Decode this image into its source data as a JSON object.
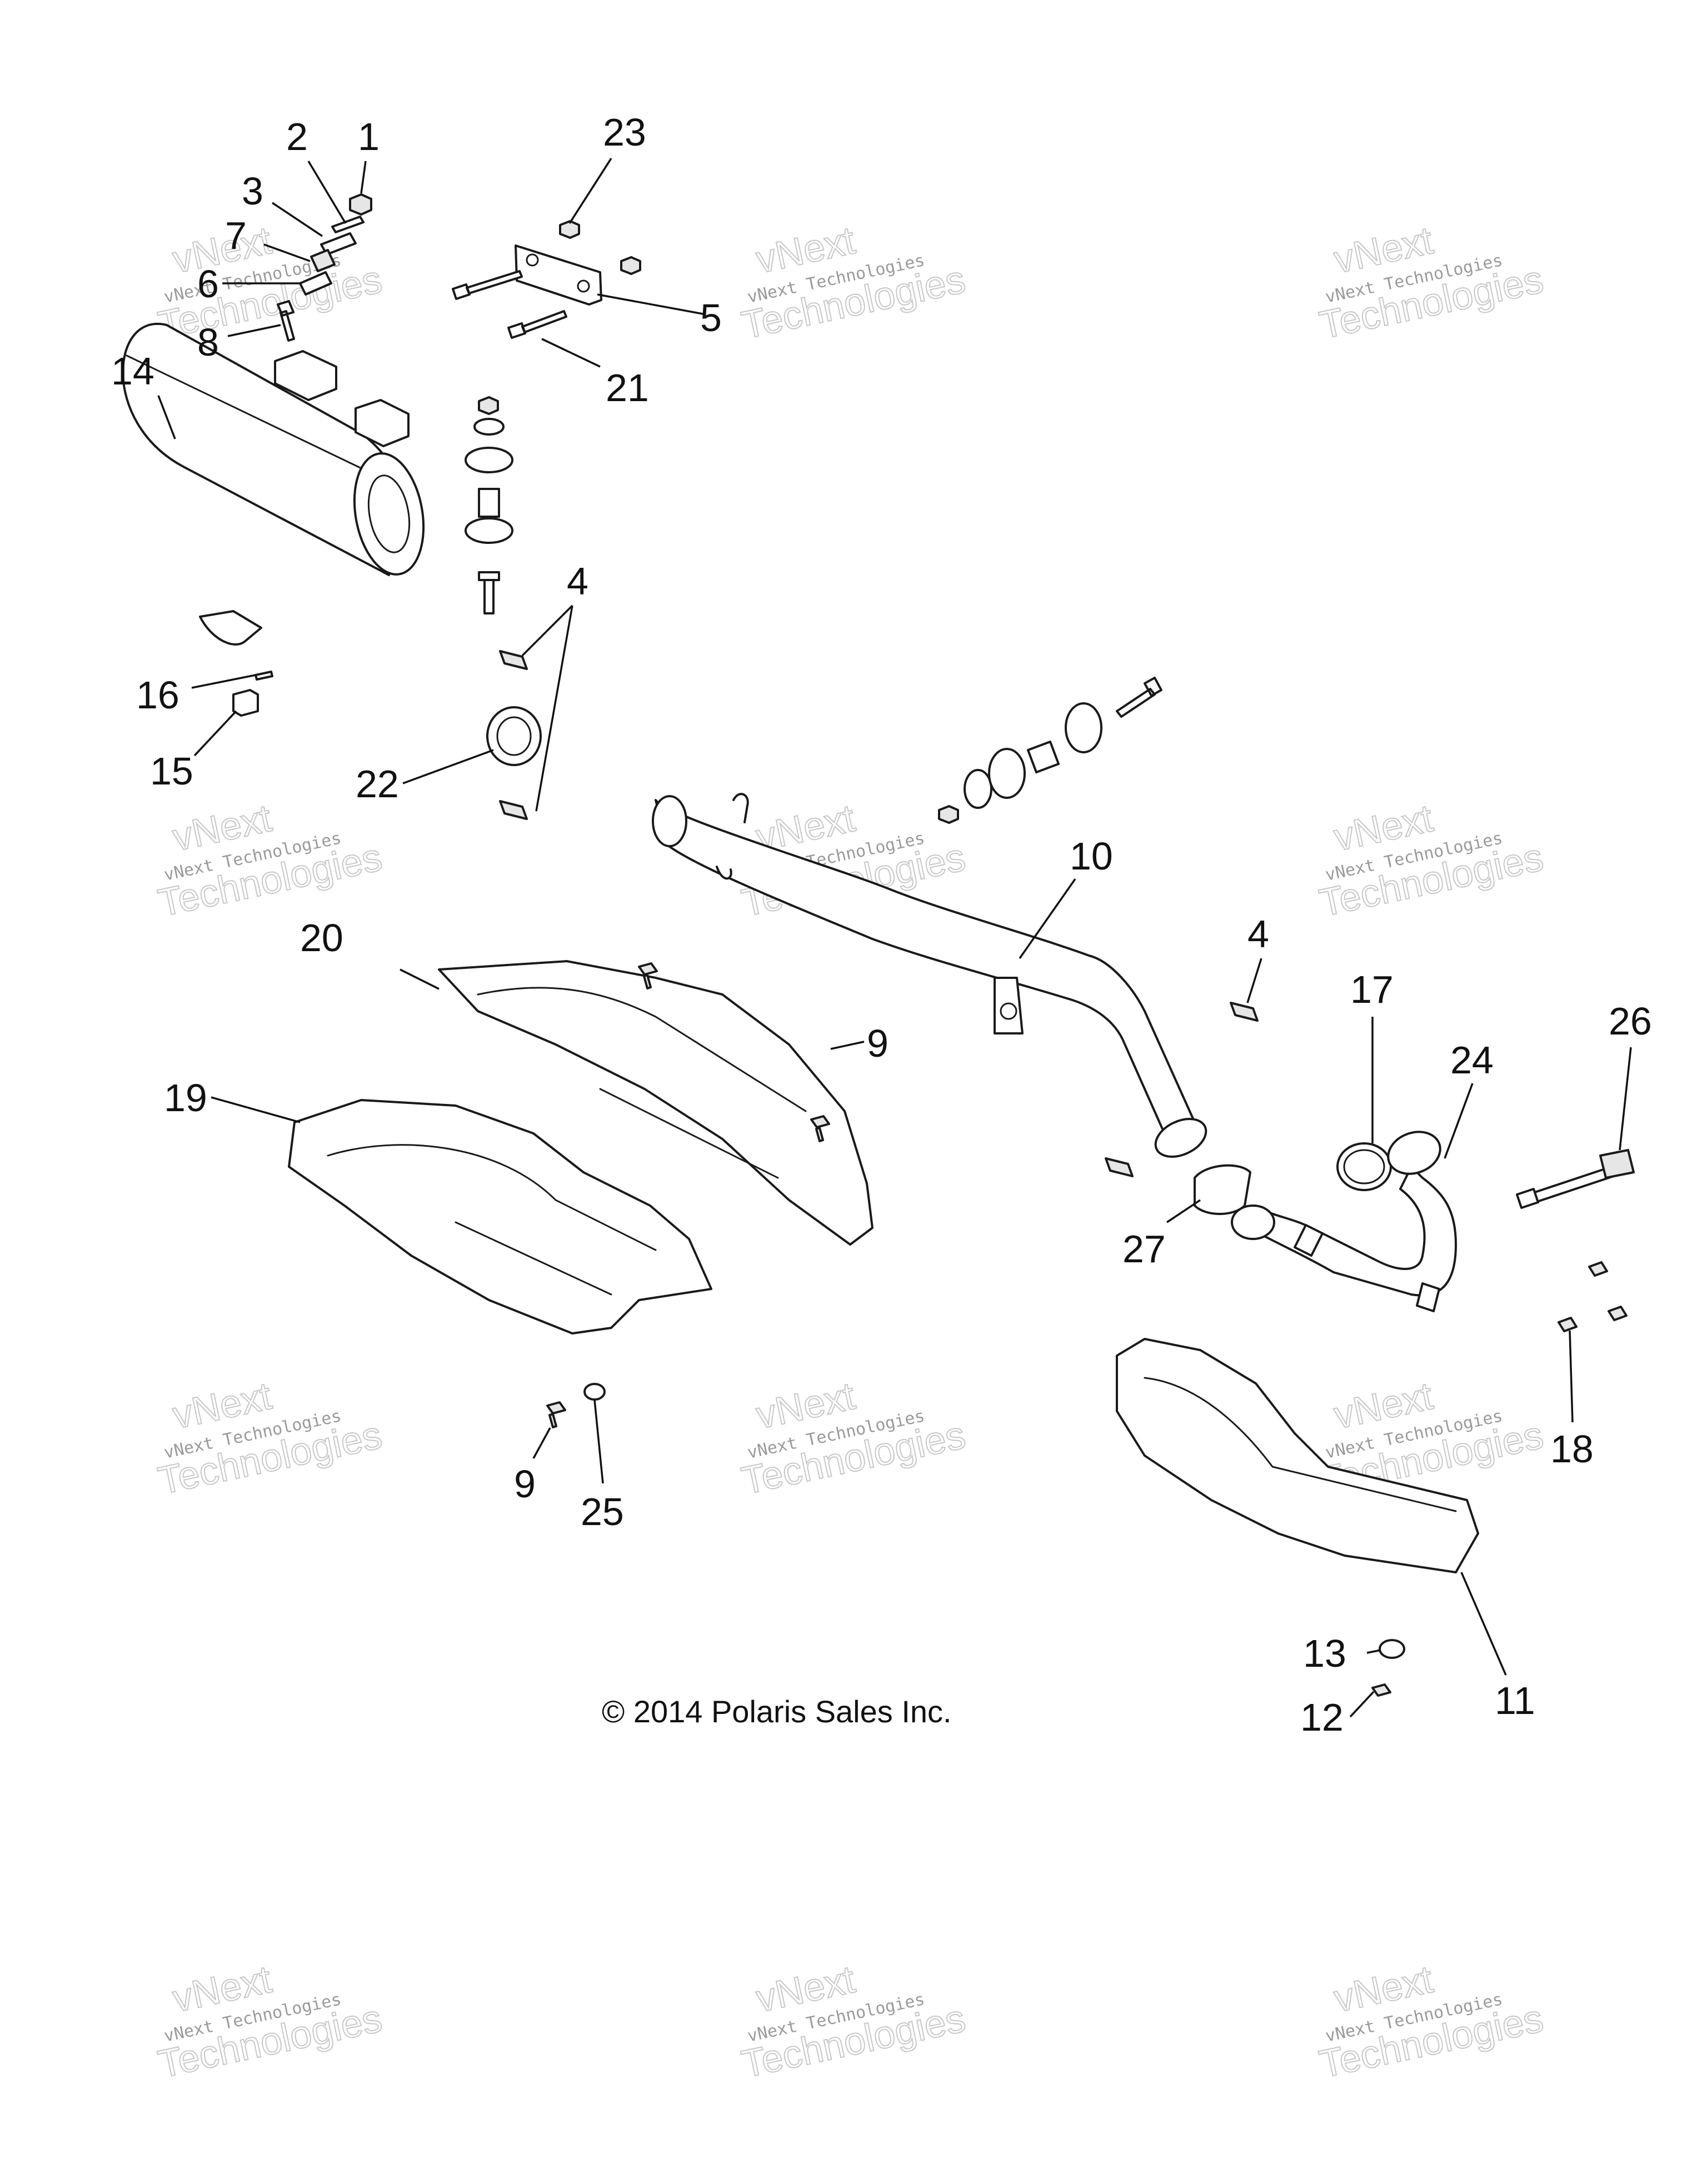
{
  "copyright": "© 2014 Polaris Sales Inc.",
  "watermark": {
    "line1": "vNext",
    "line2": "vNext Technologies",
    "line3": "Technologies"
  },
  "callouts": {
    "c1": "1",
    "c2": "2",
    "c3": "3",
    "c4a": "4",
    "c4b": "4",
    "c5": "5",
    "c6": "6",
    "c7": "7",
    "c8": "8",
    "c9a": "9",
    "c9b": "9",
    "c10": "10",
    "c11": "11",
    "c12": "12",
    "c13": "13",
    "c14": "14",
    "c15": "15",
    "c16": "16",
    "c17": "17",
    "c18": "18",
    "c19": "19",
    "c20": "20",
    "c21": "21",
    "c22": "22",
    "c23": "23",
    "c24": "24",
    "c25": "25",
    "c26": "26",
    "c27": "27"
  }
}
